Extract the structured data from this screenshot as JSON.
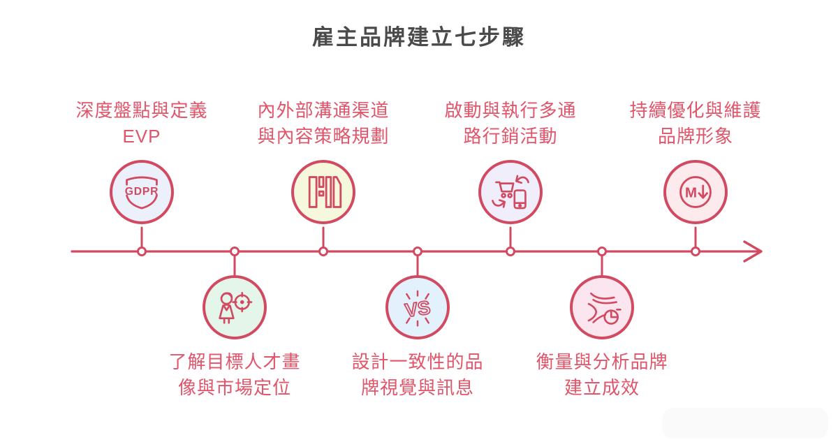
{
  "title": "雇主品牌建立七步驟",
  "colors": {
    "accent": "#d24a62",
    "label_text": "#e0556a",
    "title_text": "#4a4a4a",
    "watermark_remnant": "#fafafa"
  },
  "steps": [
    {
      "order": 1,
      "position": "top",
      "line1": "深度盤點與定義",
      "line2": "EVP",
      "icon": "gdpr-shield-icon",
      "icon_text": "GDPR",
      "fill": "#ecf0fa"
    },
    {
      "order": 2,
      "position": "bottom",
      "line1": "了解目標人才畫",
      "line2": "像與市場定位",
      "icon": "persona-target-icon",
      "icon_text": "",
      "fill": "#e4f5e9"
    },
    {
      "order": 3,
      "position": "top",
      "line1": "內外部溝通渠道",
      "line2": "與內容策略規劃",
      "icon": "content-channels-icon",
      "icon_text": "",
      "fill": "#f5f8dc"
    },
    {
      "order": 4,
      "position": "bottom",
      "line1": "設計一致性的品",
      "line2": "牌視覺與訊息",
      "icon": "vs-comparison-icon",
      "icon_text": "VS",
      "fill": "#e2f1fc"
    },
    {
      "order": 5,
      "position": "top",
      "line1": "啟動與執行多通",
      "line2": "路行銷活動",
      "icon": "omnichannel-cart-phone-icon",
      "icon_text": "",
      "fill": "#f1eefb"
    },
    {
      "order": 6,
      "position": "bottom",
      "line1": "衡量與分析品牌",
      "line2": "建立成效",
      "icon": "analytics-flow-pie-icon",
      "icon_text": "",
      "fill": "#fbe6f0"
    },
    {
      "order": 7,
      "position": "top",
      "line1": "持續優化與維護",
      "line2": "品牌形象",
      "icon": "optimize-markdown-icon",
      "icon_text": "M",
      "fill": "#fdeaed"
    }
  ]
}
